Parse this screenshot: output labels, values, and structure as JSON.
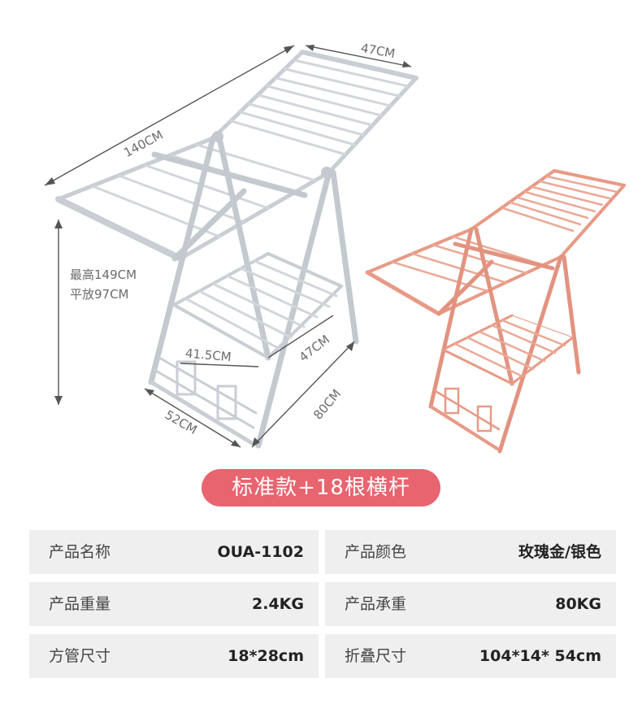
{
  "dimensions": {
    "length": "140CM",
    "width_top": "47CM",
    "height_max": "最高149CM",
    "height_flat": "平放97CM",
    "shelf_width": "41.5CM",
    "shelf_depth": "47CM",
    "base_width": "52CM",
    "base_depth": "80CM"
  },
  "colors": {
    "silver": "#cfd3d8",
    "rose_gold": "#e79a86",
    "banner": "#e8646e"
  },
  "banner": {
    "text": "标准款+18根横杆"
  },
  "specs": [
    {
      "left": {
        "label": "产品名称",
        "value": "OUA-1102"
      },
      "right": {
        "label": "产品颜色",
        "value": "玫瑰金/银色"
      }
    },
    {
      "left": {
        "label": "产品重量",
        "value": "2.4KG"
      },
      "right": {
        "label": "产品承重",
        "value": "80KG"
      }
    },
    {
      "left": {
        "label": "方管尺寸",
        "value": "18*28cm"
      },
      "right": {
        "label": "折叠尺寸",
        "value": "104*14* 54cm"
      }
    }
  ]
}
